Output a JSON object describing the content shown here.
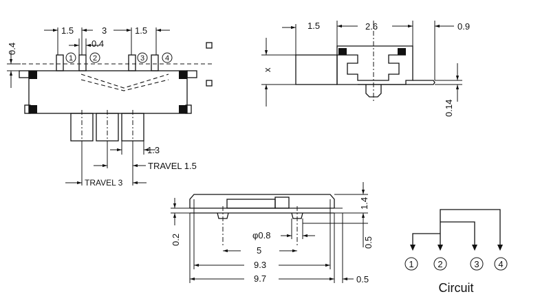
{
  "top_view": {
    "dims": {
      "pitch_left": "1.5",
      "pitch_mid": "3",
      "pitch_right": "1.5",
      "gap": "0.4",
      "height_side": "0.4",
      "pin_width": "1.3",
      "travel_small": "TRAVEL 1.5",
      "travel_big": "TRAVEL 3"
    },
    "pin_numbers": [
      "1",
      "2",
      "3",
      "4"
    ]
  },
  "side_view": {
    "dims": {
      "left": "1.5",
      "width": "2.6",
      "right": "0.9",
      "height": "x",
      "thickness": "0.14"
    }
  },
  "front_view": {
    "dims": {
      "hole": "φ0.8",
      "pitch": "5",
      "inner_len": "9.3",
      "outer_len": "9.7",
      "lead_width": "0.5",
      "lead_offset": "0.2",
      "height": "1.4",
      "lead_pitch": "0.5"
    }
  },
  "circuit": {
    "terminals": [
      "1",
      "2",
      "3",
      "4"
    ],
    "label": "Circuit"
  }
}
